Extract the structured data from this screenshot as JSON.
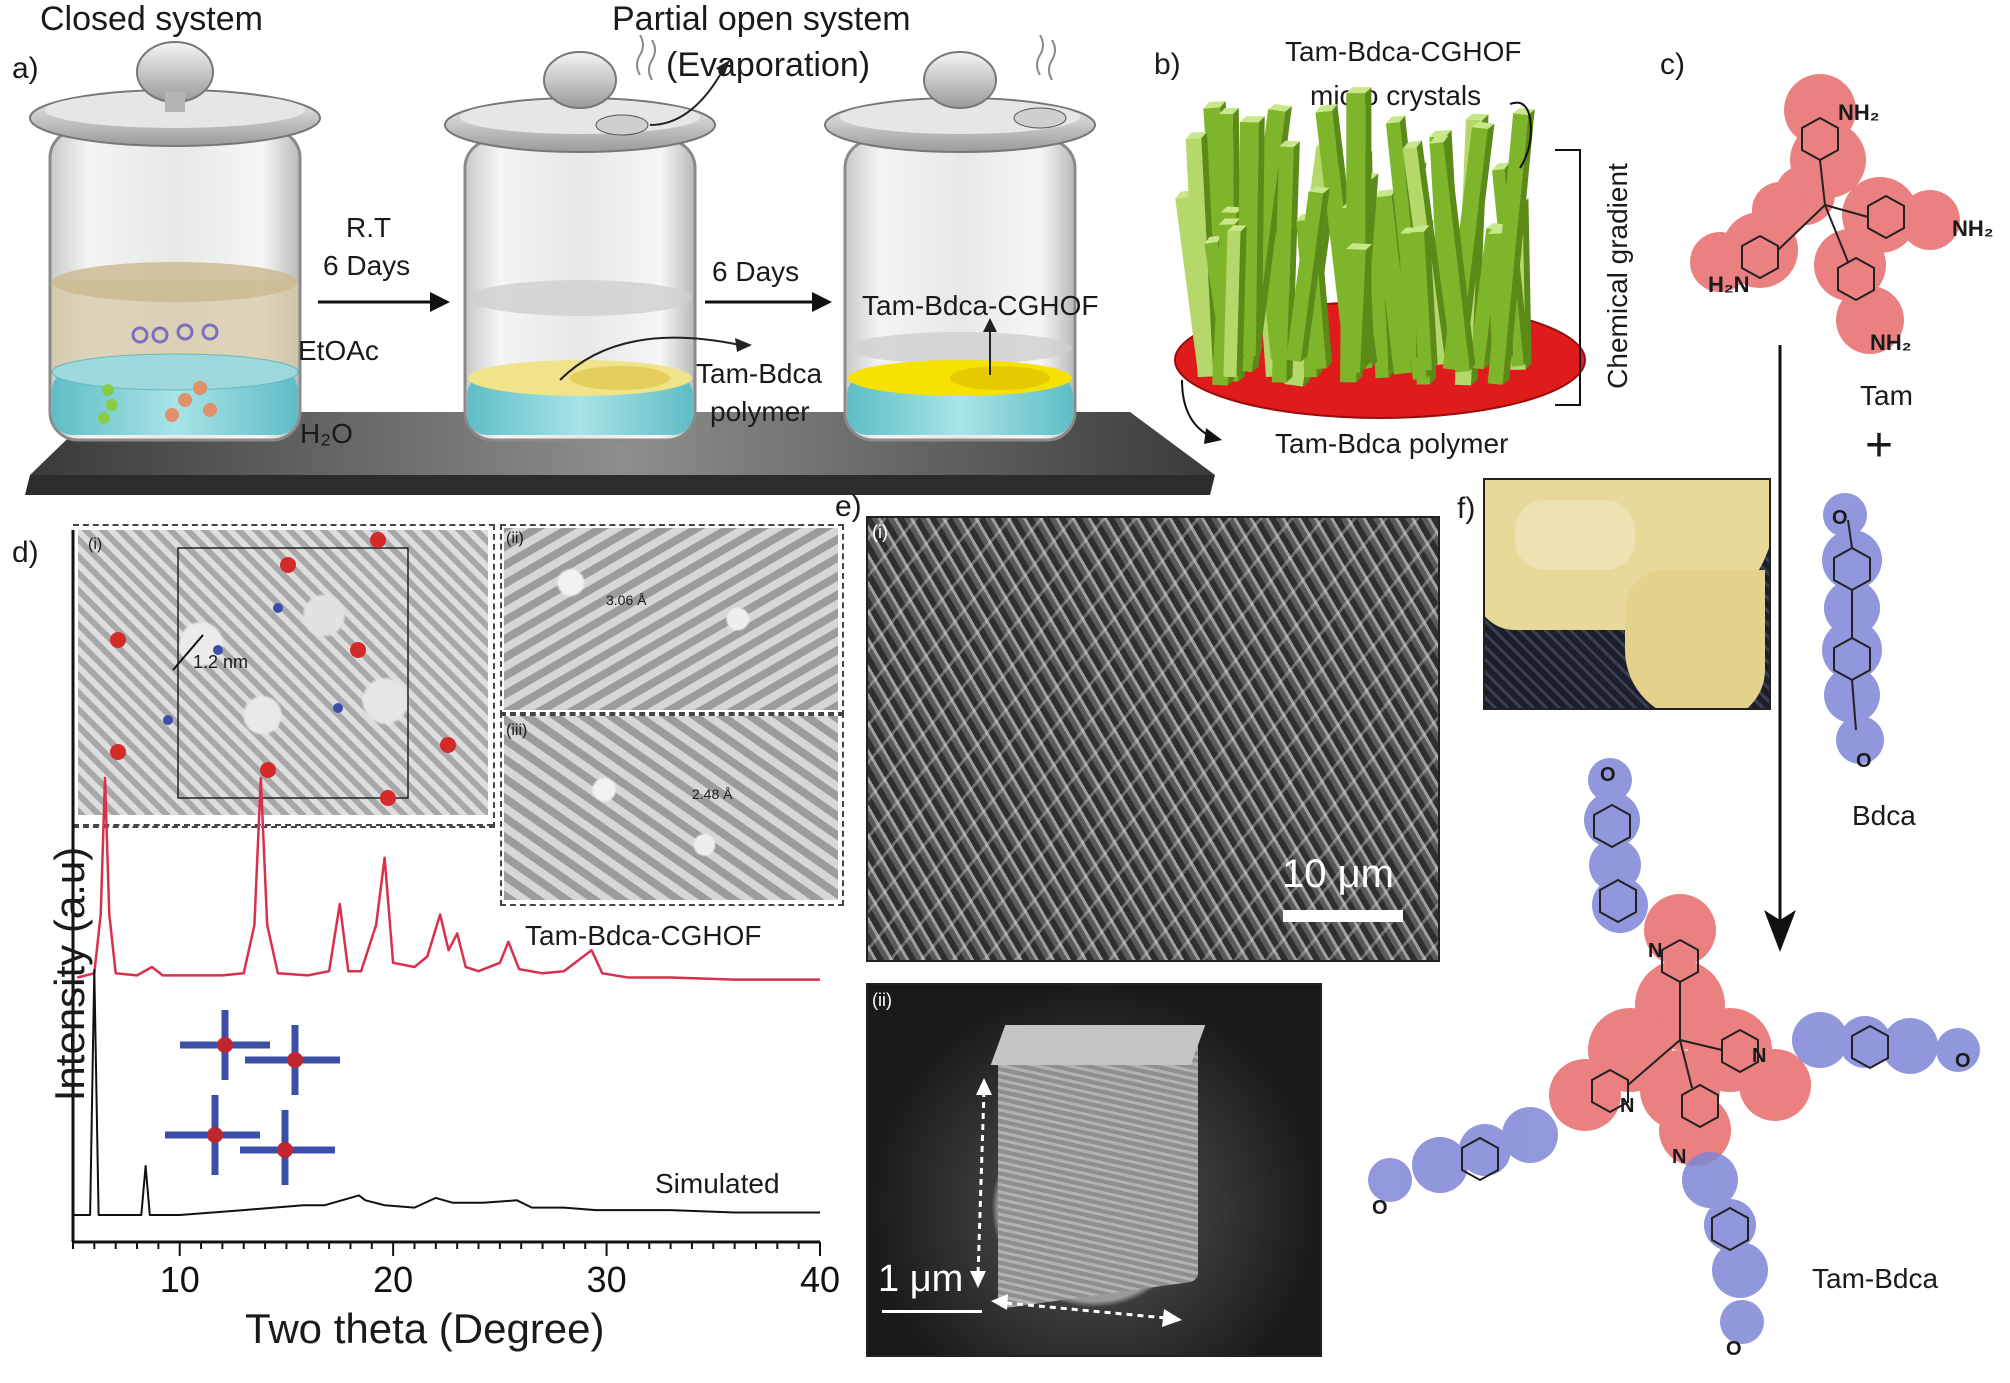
{
  "panels": {
    "a": {
      "letter": "a)",
      "closed_title": "Closed system",
      "partial_title": "Partial open system",
      "evaporation": "(Evaporation)",
      "rt": "R.T",
      "days1": "6 Days",
      "days2": "6 Days",
      "etoac": "EtOAc",
      "h2o": "H₂O",
      "polymer_l1": "Tam-Bdca",
      "polymer_l2": "polymer",
      "cghof": "Tam-Bdca-CGHOF"
    },
    "b": {
      "letter": "b)",
      "title_l1": "Tam-Bdca-CGHOF",
      "title_l2": "micro crystals",
      "gradient": "Chemical gradient",
      "polymer": "Tam-Bdca polymer"
    },
    "c": {
      "letter": "c)",
      "nh2": "NH₂",
      "h2n": "H₂N",
      "n": "N",
      "o": "O",
      "tam": "Tam",
      "plus": "+",
      "bdca": "Bdca",
      "product": "Tam-Bdca"
    },
    "d": {
      "letter": "d)",
      "inset_i": "(i)",
      "inset_ii": "(ii)",
      "inset_iii": "(iii)",
      "dist_nm": "1.2 nm",
      "dist_a1": "3.06 Å",
      "dist_a2": "2.48 Å",
      "label_exp": "Tam-Bdca-CGHOF",
      "label_sim": "Simulated",
      "colors": {
        "experimental": "#d9304f",
        "simulated": "#111111"
      }
    },
    "e": {
      "letter": "e)",
      "sub_i": "(i)",
      "sub_ii": "(ii)",
      "scale_i": "10 μm",
      "scale_ii": "1 μm"
    },
    "f": {
      "letter": "f)"
    }
  },
  "chart_data": {
    "type": "line",
    "xlabel": "Two theta (Degree)",
    "ylabel": "Intensity (a.u)",
    "xlim": [
      5,
      40
    ],
    "xticks": [
      10,
      20,
      30,
      40
    ],
    "series": [
      {
        "name": "Tam-Bdca-CGHOF",
        "x": [
          5.2,
          6.0,
          6.3,
          6.5,
          6.7,
          7.0,
          8.0,
          8.7,
          9.2,
          10.5,
          12.0,
          13.0,
          13.5,
          13.8,
          14.1,
          14.6,
          16.0,
          17.0,
          17.5,
          17.9,
          18.5,
          19.2,
          19.6,
          20.0,
          21.0,
          21.6,
          22.2,
          22.6,
          23.0,
          23.4,
          24.0,
          25.0,
          25.4,
          25.9,
          27.0,
          28.0,
          29.3,
          29.8,
          31.0,
          33.0,
          36.0,
          40.0
        ],
        "y": [
          0.05,
          0.07,
          0.35,
          1.0,
          0.35,
          0.07,
          0.06,
          0.1,
          0.06,
          0.06,
          0.06,
          0.07,
          0.3,
          1.0,
          0.3,
          0.07,
          0.06,
          0.08,
          0.4,
          0.08,
          0.08,
          0.3,
          0.62,
          0.12,
          0.1,
          0.15,
          0.35,
          0.18,
          0.26,
          0.1,
          0.08,
          0.12,
          0.22,
          0.09,
          0.07,
          0.08,
          0.18,
          0.07,
          0.05,
          0.05,
          0.04,
          0.04
        ]
      },
      {
        "name": "Simulated",
        "x": [
          5.0,
          5.8,
          6.0,
          6.2,
          7.5,
          8.2,
          8.4,
          8.6,
          10.0,
          13.0,
          15.8,
          16.8,
          18.4,
          18.7,
          19.6,
          21.0,
          22.0,
          22.8,
          24.2,
          25.8,
          26.5,
          28.0,
          29.5,
          31.0,
          33.0,
          36.0,
          40.0
        ],
        "y": [
          0.0,
          0.0,
          1.0,
          0.0,
          0.0,
          0.0,
          0.2,
          0.0,
          0.0,
          0.02,
          0.04,
          0.04,
          0.08,
          0.06,
          0.04,
          0.03,
          0.07,
          0.05,
          0.05,
          0.06,
          0.03,
          0.03,
          0.02,
          0.02,
          0.02,
          0.01,
          0.01
        ]
      }
    ]
  }
}
